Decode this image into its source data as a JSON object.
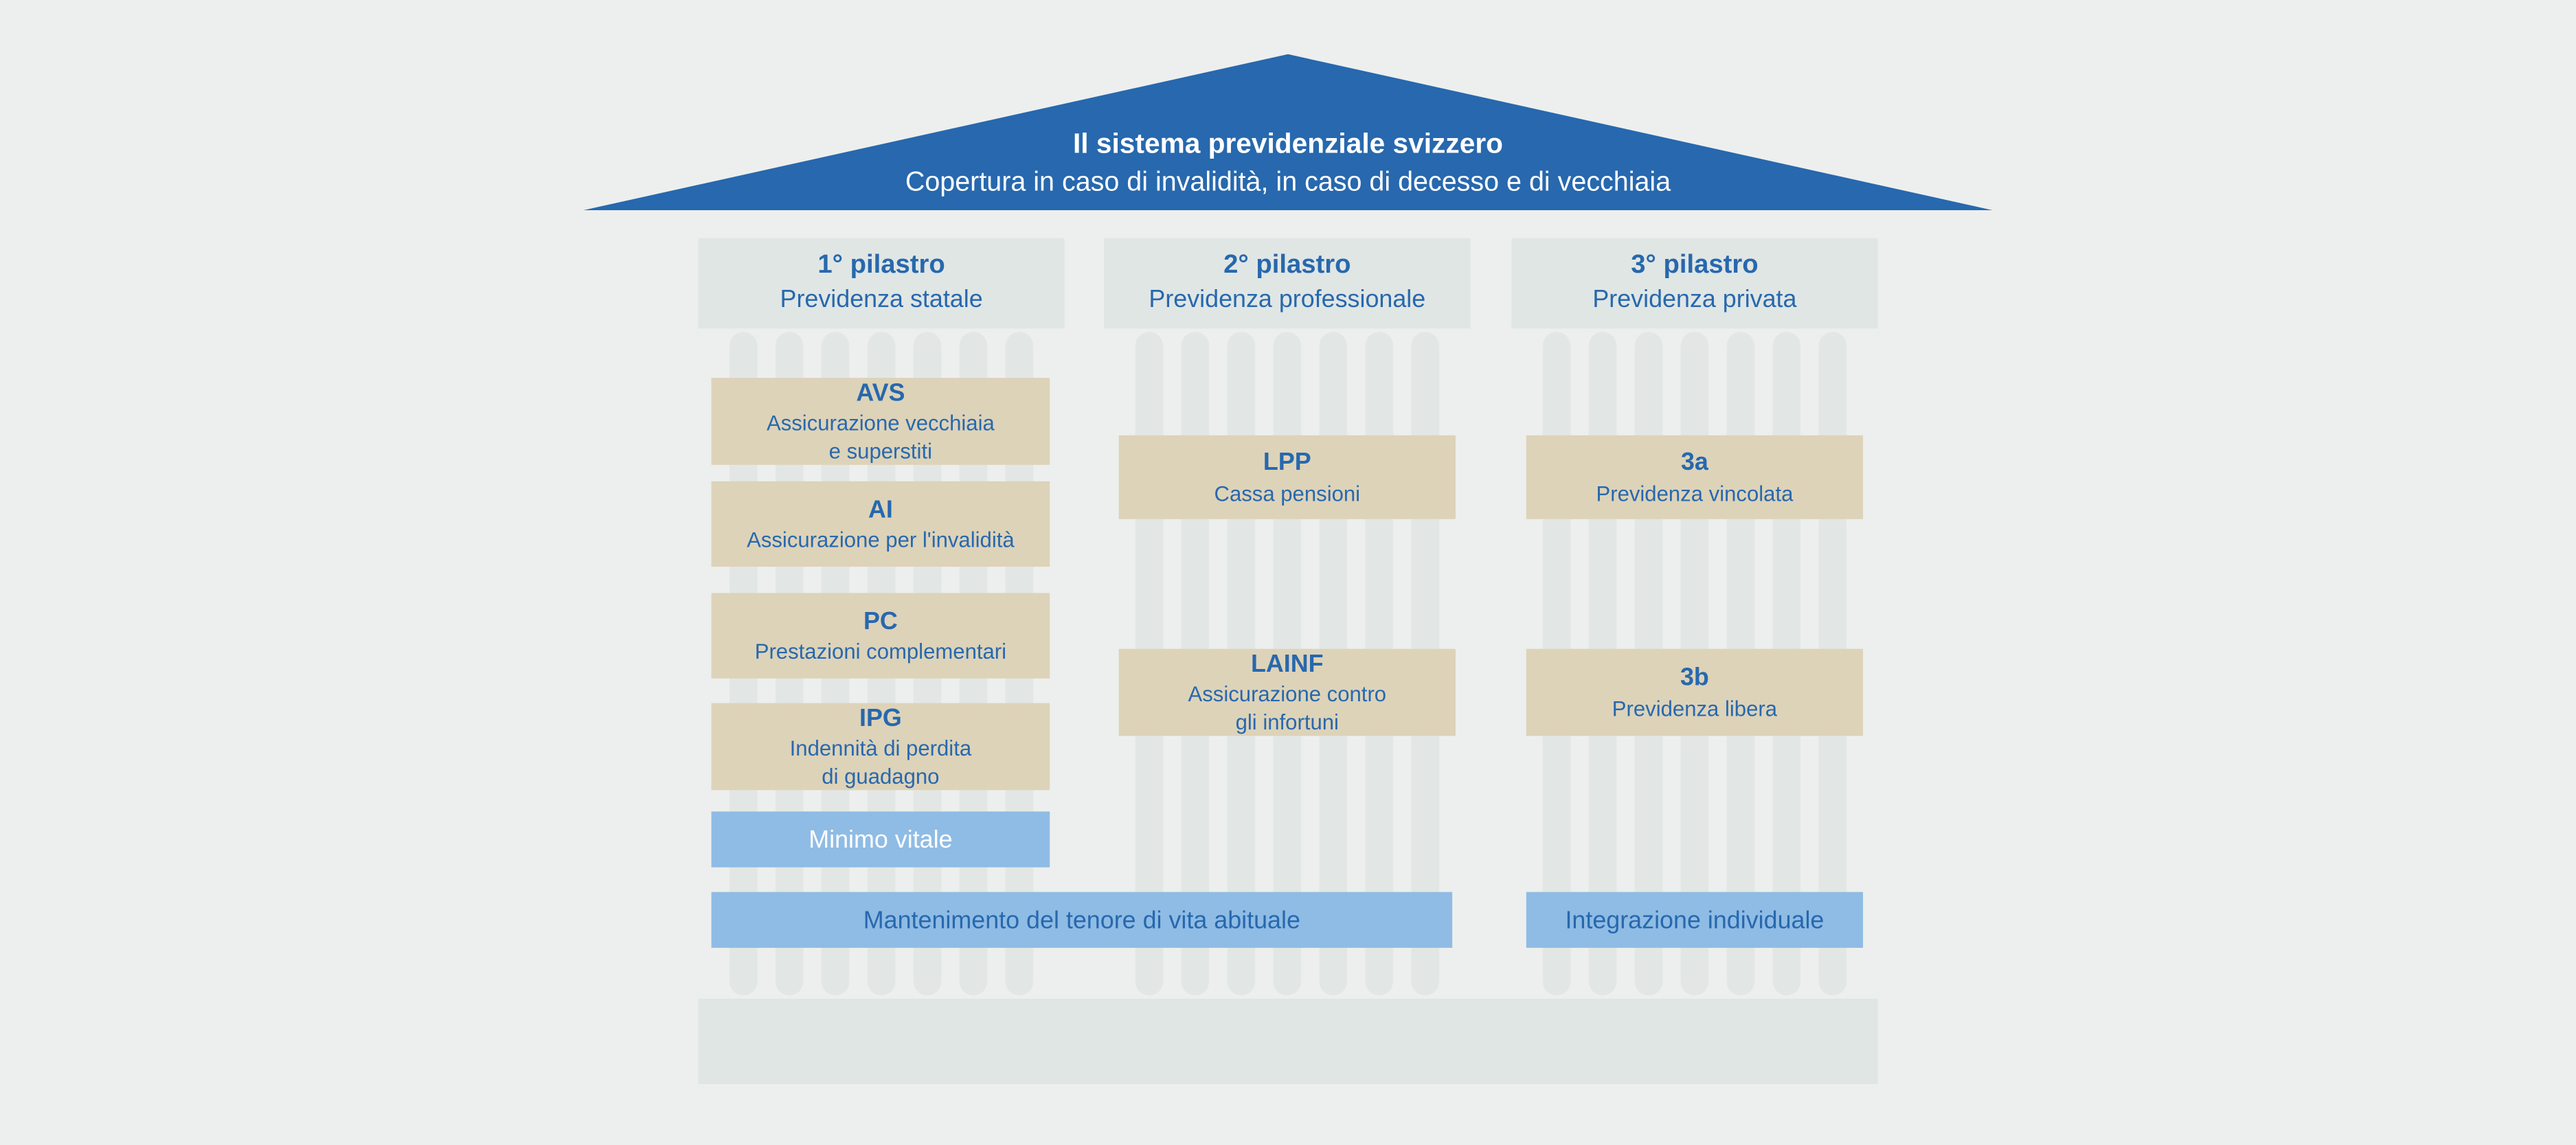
{
  "roof": {
    "title": "Il sistema previdenziale svizzero",
    "subtitle": "Copertura in caso di invalidità, in caso di decesso e di vecchiaia"
  },
  "pillars": [
    {
      "header_title": "1° pilastro",
      "header_subtitle": "Previdenza statale",
      "boxes": [
        {
          "title": "AVS",
          "subtitle": "Assicurazione vecchiaia\ne superstiti"
        },
        {
          "title": "AI",
          "subtitle": "Assicurazione per l'invalidità"
        },
        {
          "title": "PC",
          "subtitle": "Prestazioni complementari"
        },
        {
          "title": "IPG",
          "subtitle": "Indennità di perdita\ndi guadagno"
        }
      ],
      "highlight": "Minimo vitale"
    },
    {
      "header_title": "2° pilastro",
      "header_subtitle": "Previdenza professionale",
      "boxes": [
        {
          "title": "LPP",
          "subtitle": "Cassa pensioni"
        },
        {
          "title": "LAINF",
          "subtitle": "Assicurazione contro\ngli infortuni"
        }
      ]
    },
    {
      "header_title": "3° pilastro",
      "header_subtitle": "Previdenza privata",
      "boxes": [
        {
          "title": "3a",
          "subtitle": "Previdenza vincolata"
        },
        {
          "title": "3b",
          "subtitle": "Previdenza libera"
        }
      ]
    }
  ],
  "bottom_bars": {
    "pillars_1_2": "Mantenimento del tenore di vita abituale",
    "pillar_3": "Integrazione individuale"
  },
  "colors": {
    "background": "#edefee",
    "roof_blue": "#2768ae",
    "text_blue": "#2768ae",
    "structure_gray": "#e0e6e4",
    "flute_gray": "#e2e7e5",
    "box_tan": "#ddd3b9",
    "bar_blue": "#8fbce4"
  }
}
